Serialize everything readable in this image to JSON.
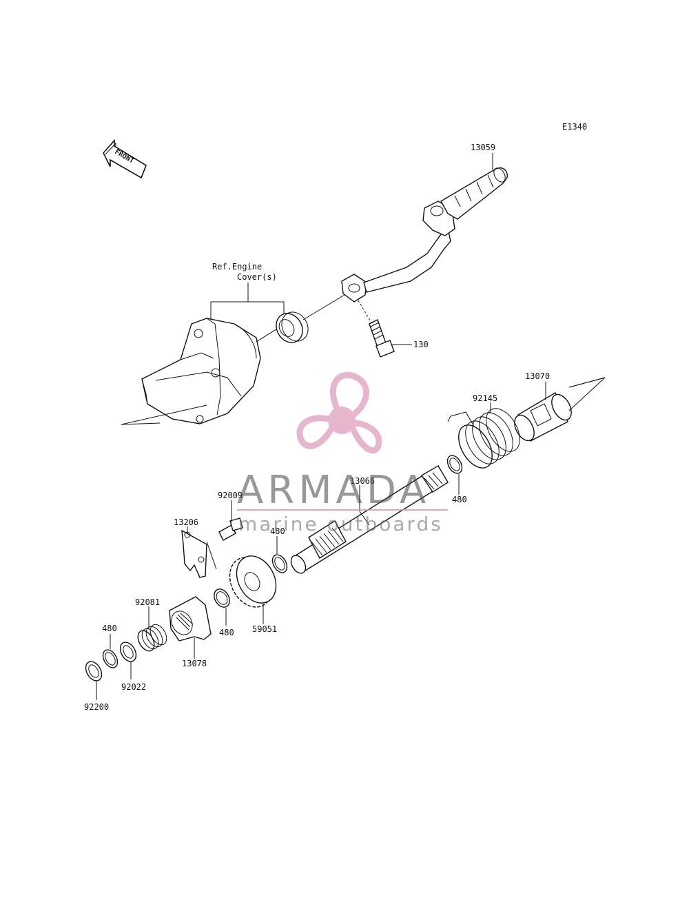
{
  "diagram": {
    "code": "E1340",
    "direction_label": "FRONT",
    "reference_label_line1": "Ref.Engine",
    "reference_label_line2": "Cover(s)"
  },
  "parts": [
    {
      "id": "kick-pedal",
      "number": "13059"
    },
    {
      "id": "bolt",
      "number": "130"
    },
    {
      "id": "guide",
      "number": "13070"
    },
    {
      "id": "spring",
      "number": "92145"
    },
    {
      "id": "shaft",
      "number": "13066"
    },
    {
      "id": "circlip-upper",
      "number": "480"
    },
    {
      "id": "circlip-shaft",
      "number": "480"
    },
    {
      "id": "bolt-stopper",
      "number": "92009"
    },
    {
      "id": "plate",
      "number": "13206"
    },
    {
      "id": "gear",
      "number": "59051"
    },
    {
      "id": "circlip-gear",
      "number": "480"
    },
    {
      "id": "ratchet",
      "number": "13078"
    },
    {
      "id": "ratchet-spring",
      "number": "92081"
    },
    {
      "id": "circlip-end",
      "number": "480"
    },
    {
      "id": "washer",
      "number": "92022"
    },
    {
      "id": "washer-end",
      "number": "92200"
    }
  ],
  "watermark": {
    "brand": "ARMADA",
    "tagline": "marine outboards",
    "accent_color": "#d98fb5"
  },
  "colors": {
    "line": "#111111",
    "background": "#ffffff"
  }
}
